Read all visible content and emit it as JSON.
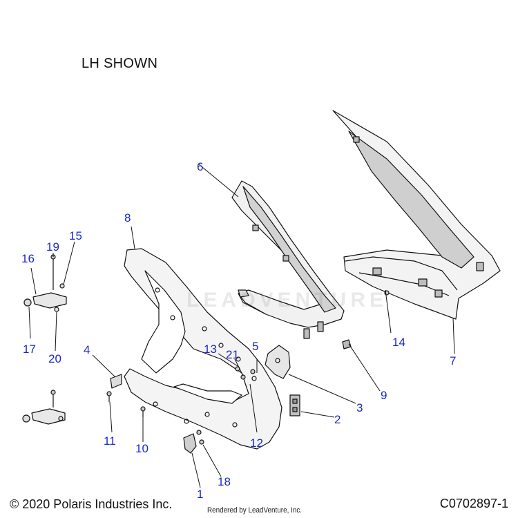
{
  "header": {
    "view_label": "LH SHOWN"
  },
  "footer": {
    "copyright": "© 2020 Polaris Industries Inc.",
    "rendered_by": "Rendered by LeadVenture, Inc.",
    "diagram_code": "C0702897-1"
  },
  "watermark": {
    "text": "LEADVENTURE"
  },
  "callouts": {
    "c1": "1",
    "c2": "2",
    "c3": "3",
    "c4": "4",
    "c5": "5",
    "c6": "6",
    "c7": "7",
    "c8": "8",
    "c9": "9",
    "c10": "10",
    "c11": "11",
    "c12": "12",
    "c13": "13",
    "c14": "14",
    "c15": "15",
    "c16": "16",
    "c17": "17",
    "c18": "18",
    "c19": "19",
    "c20": "20",
    "c21": "21"
  },
  "colors": {
    "callout": "#1a27c8",
    "line": "#111111",
    "panel_light": "#f2f2f2",
    "panel_shade": "#cfcfcf"
  }
}
